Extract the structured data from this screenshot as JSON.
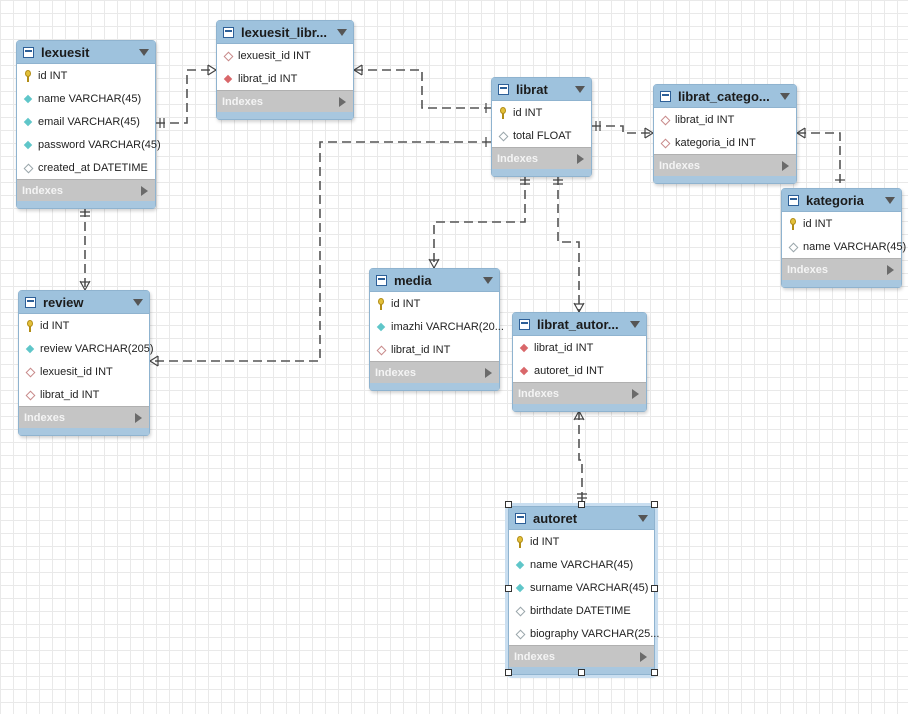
{
  "tables": {
    "lexuesit": {
      "name": "lexuesit",
      "columns": [
        {
          "label": "id INT",
          "kind": "pk"
        },
        {
          "label": "name VARCHAR(45)",
          "kind": "nn"
        },
        {
          "label": "email VARCHAR(45)",
          "kind": "nn"
        },
        {
          "label": "password VARCHAR(45)",
          "kind": "nn"
        },
        {
          "label": "created_at DATETIME",
          "kind": "col"
        }
      ],
      "indexes": "Indexes"
    },
    "lexuesit_librat": {
      "name": "lexuesit_libr...",
      "columns": [
        {
          "label": "lexuesit_id INT",
          "kind": "fk"
        },
        {
          "label": "librat_id INT",
          "kind": "fknn"
        }
      ],
      "indexes": "Indexes"
    },
    "librat": {
      "name": "librat",
      "columns": [
        {
          "label": "id INT",
          "kind": "pk"
        },
        {
          "label": "total FLOAT",
          "kind": "col"
        }
      ],
      "indexes": "Indexes"
    },
    "librat_kategorite": {
      "name": "librat_catego...",
      "columns": [
        {
          "label": "librat_id INT",
          "kind": "fk"
        },
        {
          "label": "kategoria_id INT",
          "kind": "fk"
        }
      ],
      "indexes": "Indexes"
    },
    "kategoria": {
      "name": "kategoria",
      "columns": [
        {
          "label": "id INT",
          "kind": "pk"
        },
        {
          "label": "name VARCHAR(45)",
          "kind": "col"
        }
      ],
      "indexes": "Indexes"
    },
    "review": {
      "name": "review",
      "columns": [
        {
          "label": "id INT",
          "kind": "pk"
        },
        {
          "label": "review VARCHAR(205)",
          "kind": "nn"
        },
        {
          "label": "lexuesit_id INT",
          "kind": "fk"
        },
        {
          "label": "librat_id INT",
          "kind": "fk"
        }
      ],
      "indexes": "Indexes"
    },
    "media": {
      "name": "media",
      "columns": [
        {
          "label": "id INT",
          "kind": "pk"
        },
        {
          "label": "imazhi VARCHAR(20...",
          "kind": "nn"
        },
        {
          "label": "librat_id INT",
          "kind": "fk"
        }
      ],
      "indexes": "Indexes"
    },
    "librat_autoret": {
      "name": "librat_autor...",
      "columns": [
        {
          "label": "librat_id INT",
          "kind": "fknn"
        },
        {
          "label": "autoret_id INT",
          "kind": "fknn"
        }
      ],
      "indexes": "Indexes"
    },
    "autoret": {
      "name": "autoret",
      "columns": [
        {
          "label": "id INT",
          "kind": "pk"
        },
        {
          "label": "name VARCHAR(45)",
          "kind": "nn"
        },
        {
          "label": "surname VARCHAR(45)",
          "kind": "nn"
        },
        {
          "label": "birthdate DATETIME",
          "kind": "col"
        },
        {
          "label": "biography VARCHAR(25...",
          "kind": "col"
        }
      ],
      "indexes": "Indexes"
    }
  },
  "colors": {
    "header": "#9ec2dd",
    "indexes_bar": "#c5c5c5",
    "connector": "#555555"
  }
}
